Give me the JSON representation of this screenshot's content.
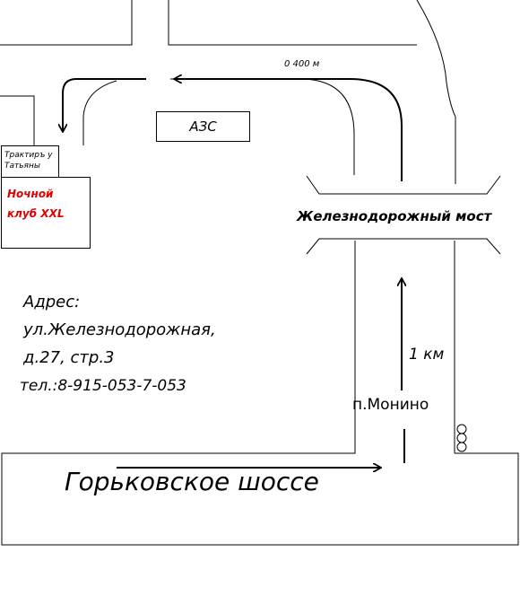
{
  "labels": {
    "distance_top": "0 400 м",
    "gas_station": "АЗС",
    "tavern": "Трактиръ у Татьяны",
    "club": "Ночной клуб XXL",
    "bridge": "Железнодорожный мост",
    "distance_right": "1 км",
    "station": "п.Монино",
    "highway": "Горьковское шоссе"
  },
  "address": {
    "heading": "Адрес:",
    "street": "ул.Железнодорожная,",
    "building": "д.27, стр.3",
    "phone": "тел.:8-915-053-7-053"
  },
  "colors": {
    "lines": "#000000",
    "club_text": "#e00000",
    "background": "#ffffff"
  },
  "icons": {
    "traffic_light": "traffic-light-icon"
  }
}
